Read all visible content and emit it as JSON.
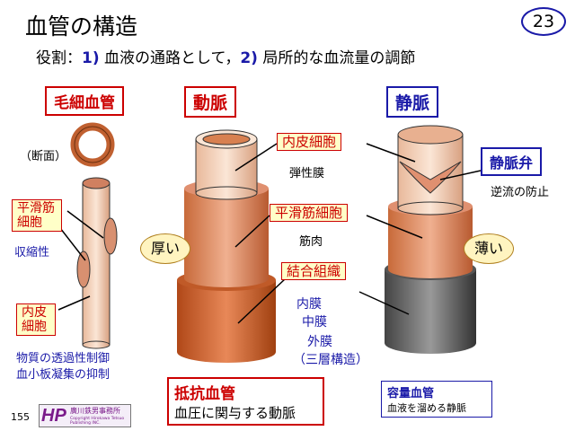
{
  "title": "血管の構造",
  "page_number": "23",
  "subtitle": {
    "prefix": "役割：",
    "n1": "1)",
    "t1": " 血液の通路として，",
    "n2": "2)",
    "t2": " 局所的な血流量の調節"
  },
  "capillary": {
    "heading": "毛細血管",
    "cross_section": "（断面）",
    "smooth_muscle": "平滑筋細胞",
    "contractility": "収縮性",
    "endothelial": "内皮細胞",
    "function1": "物質の透過性制御",
    "function2": "血小板凝集の抑制"
  },
  "artery": {
    "heading": "動脈",
    "endothelium": "内皮細胞",
    "elastic": "弾性膜",
    "smooth_muscle": "平滑筋細胞",
    "muscle": "筋肉",
    "connective": "結合組織",
    "intima": "内膜",
    "media": "中膜",
    "adventitia": "外膜",
    "three_layers": "（三層構造）",
    "thick": "厚い",
    "resistance_title": "抵抗血管",
    "resistance_desc": "血圧に関与する動脈"
  },
  "vein": {
    "heading": "静脈",
    "valve": "静脈弁",
    "backflow": "逆流の防止",
    "thin": "薄い",
    "capacitance_title": "容量血管",
    "capacitance_desc": "血液を溜める静脈"
  },
  "footer": {
    "page": "155",
    "logo_text": "廣川鉄男事務所",
    "logo_copyright": "Copyright Hirokawa Tetsuo Publishing INC."
  }
}
